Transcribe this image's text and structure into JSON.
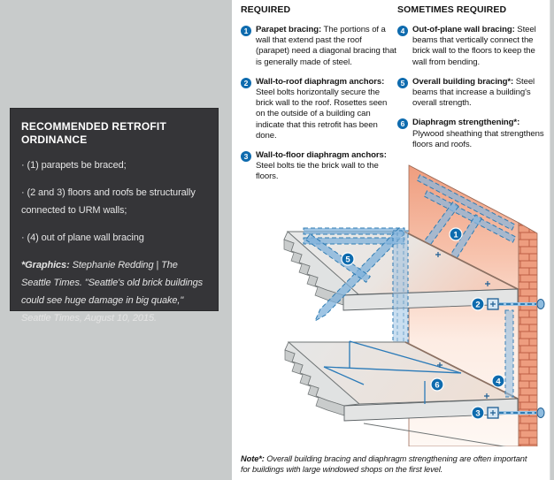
{
  "left_panel": {
    "title": "RECOMMENDED RETROFIT ORDINANCE",
    "bullets": [
      "· (1) parapets be braced;",
      "· (2 and 3) floors and roofs be structurally connected to URM walls;",
      "· (4) out of plane wall bracing"
    ],
    "credit_label": "*Graphics:",
    "credit_text": " Stephanie Redding | The Seattle Times. \"Seattle's old brick buildings could see huge damage in big quake,\" Seattle Times, August 10, 2015."
  },
  "required": {
    "header": "REQUIRED",
    "items": [
      {
        "num": "1",
        "lead": "Parapet bracing:",
        "body": " The portions of a wall that extend past the roof (parapet) need a diagonal bracing that is generally made of steel."
      },
      {
        "num": "2",
        "lead": "Wall-to-roof diaphragm anchors:",
        "body": " Steel bolts horizontally secure the brick wall to the roof. Rosettes seen on the outside of a building can indicate that this retrofit has been done."
      },
      {
        "num": "3",
        "lead": "Wall-to-floor diaphragm anchors:",
        "body": " Steel bolts tie the brick wall to the floors."
      }
    ]
  },
  "sometimes": {
    "header": "SOMETIMES REQUIRED",
    "items": [
      {
        "num": "4",
        "lead": "Out-of-plane wall bracing:",
        "body": " Steel beams that vertically connect the brick wall to the floors to keep the wall from bending."
      },
      {
        "num": "5",
        "lead": "Overall building bracing*:",
        "body": " Steel beams that increase a building's overall strength."
      },
      {
        "num": "6",
        "lead": "Diaphragm strengthening*:",
        "body": " Plywood sheathing that strengthens floors and roofs."
      }
    ]
  },
  "note": {
    "label": "Note*:",
    "text": " Overall building bracing and diaphragm strengthening are often important for buildings with large windowed shops on the first level."
  },
  "diagram": {
    "labels": [
      "1",
      "2",
      "3",
      "4",
      "5",
      "6"
    ]
  },
  "colors": {
    "accent_blue": "#0e6bae",
    "brace_blue": "#2f7cb3",
    "brick": "#ee9d7f",
    "brick_line": "#bd5f45",
    "page_bg": "#c8cbcb",
    "dark_box": "#353538",
    "panel_bg": "#ffffff"
  }
}
